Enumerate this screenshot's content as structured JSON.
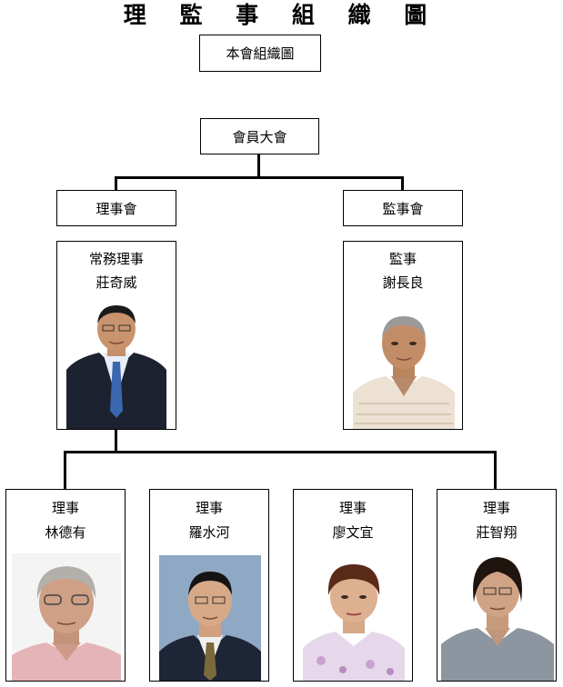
{
  "title": "理 監 事 組 織 圖",
  "chart_label": "本會組織圖",
  "root": "會員大會",
  "branches": {
    "left": "理事會",
    "right": "監事會"
  },
  "officers": {
    "executive": {
      "role": "常務理事",
      "name": "莊奇威",
      "photo_icon": "man-in-suit-photo"
    },
    "supervisor": {
      "role": "監事",
      "name": "謝長良",
      "photo_icon": "man-in-polo-photo"
    }
  },
  "directors": [
    {
      "role": "理事",
      "name": "林德有",
      "photo_icon": "gray-haired-man-photo"
    },
    {
      "role": "理事",
      "name": "羅水河",
      "photo_icon": "man-in-suit-blue-bg-photo"
    },
    {
      "role": "理事",
      "name": "廖文宜",
      "photo_icon": "woman-photo"
    },
    {
      "role": "理事",
      "name": "莊智翔",
      "photo_icon": "young-man-photo"
    }
  ]
}
